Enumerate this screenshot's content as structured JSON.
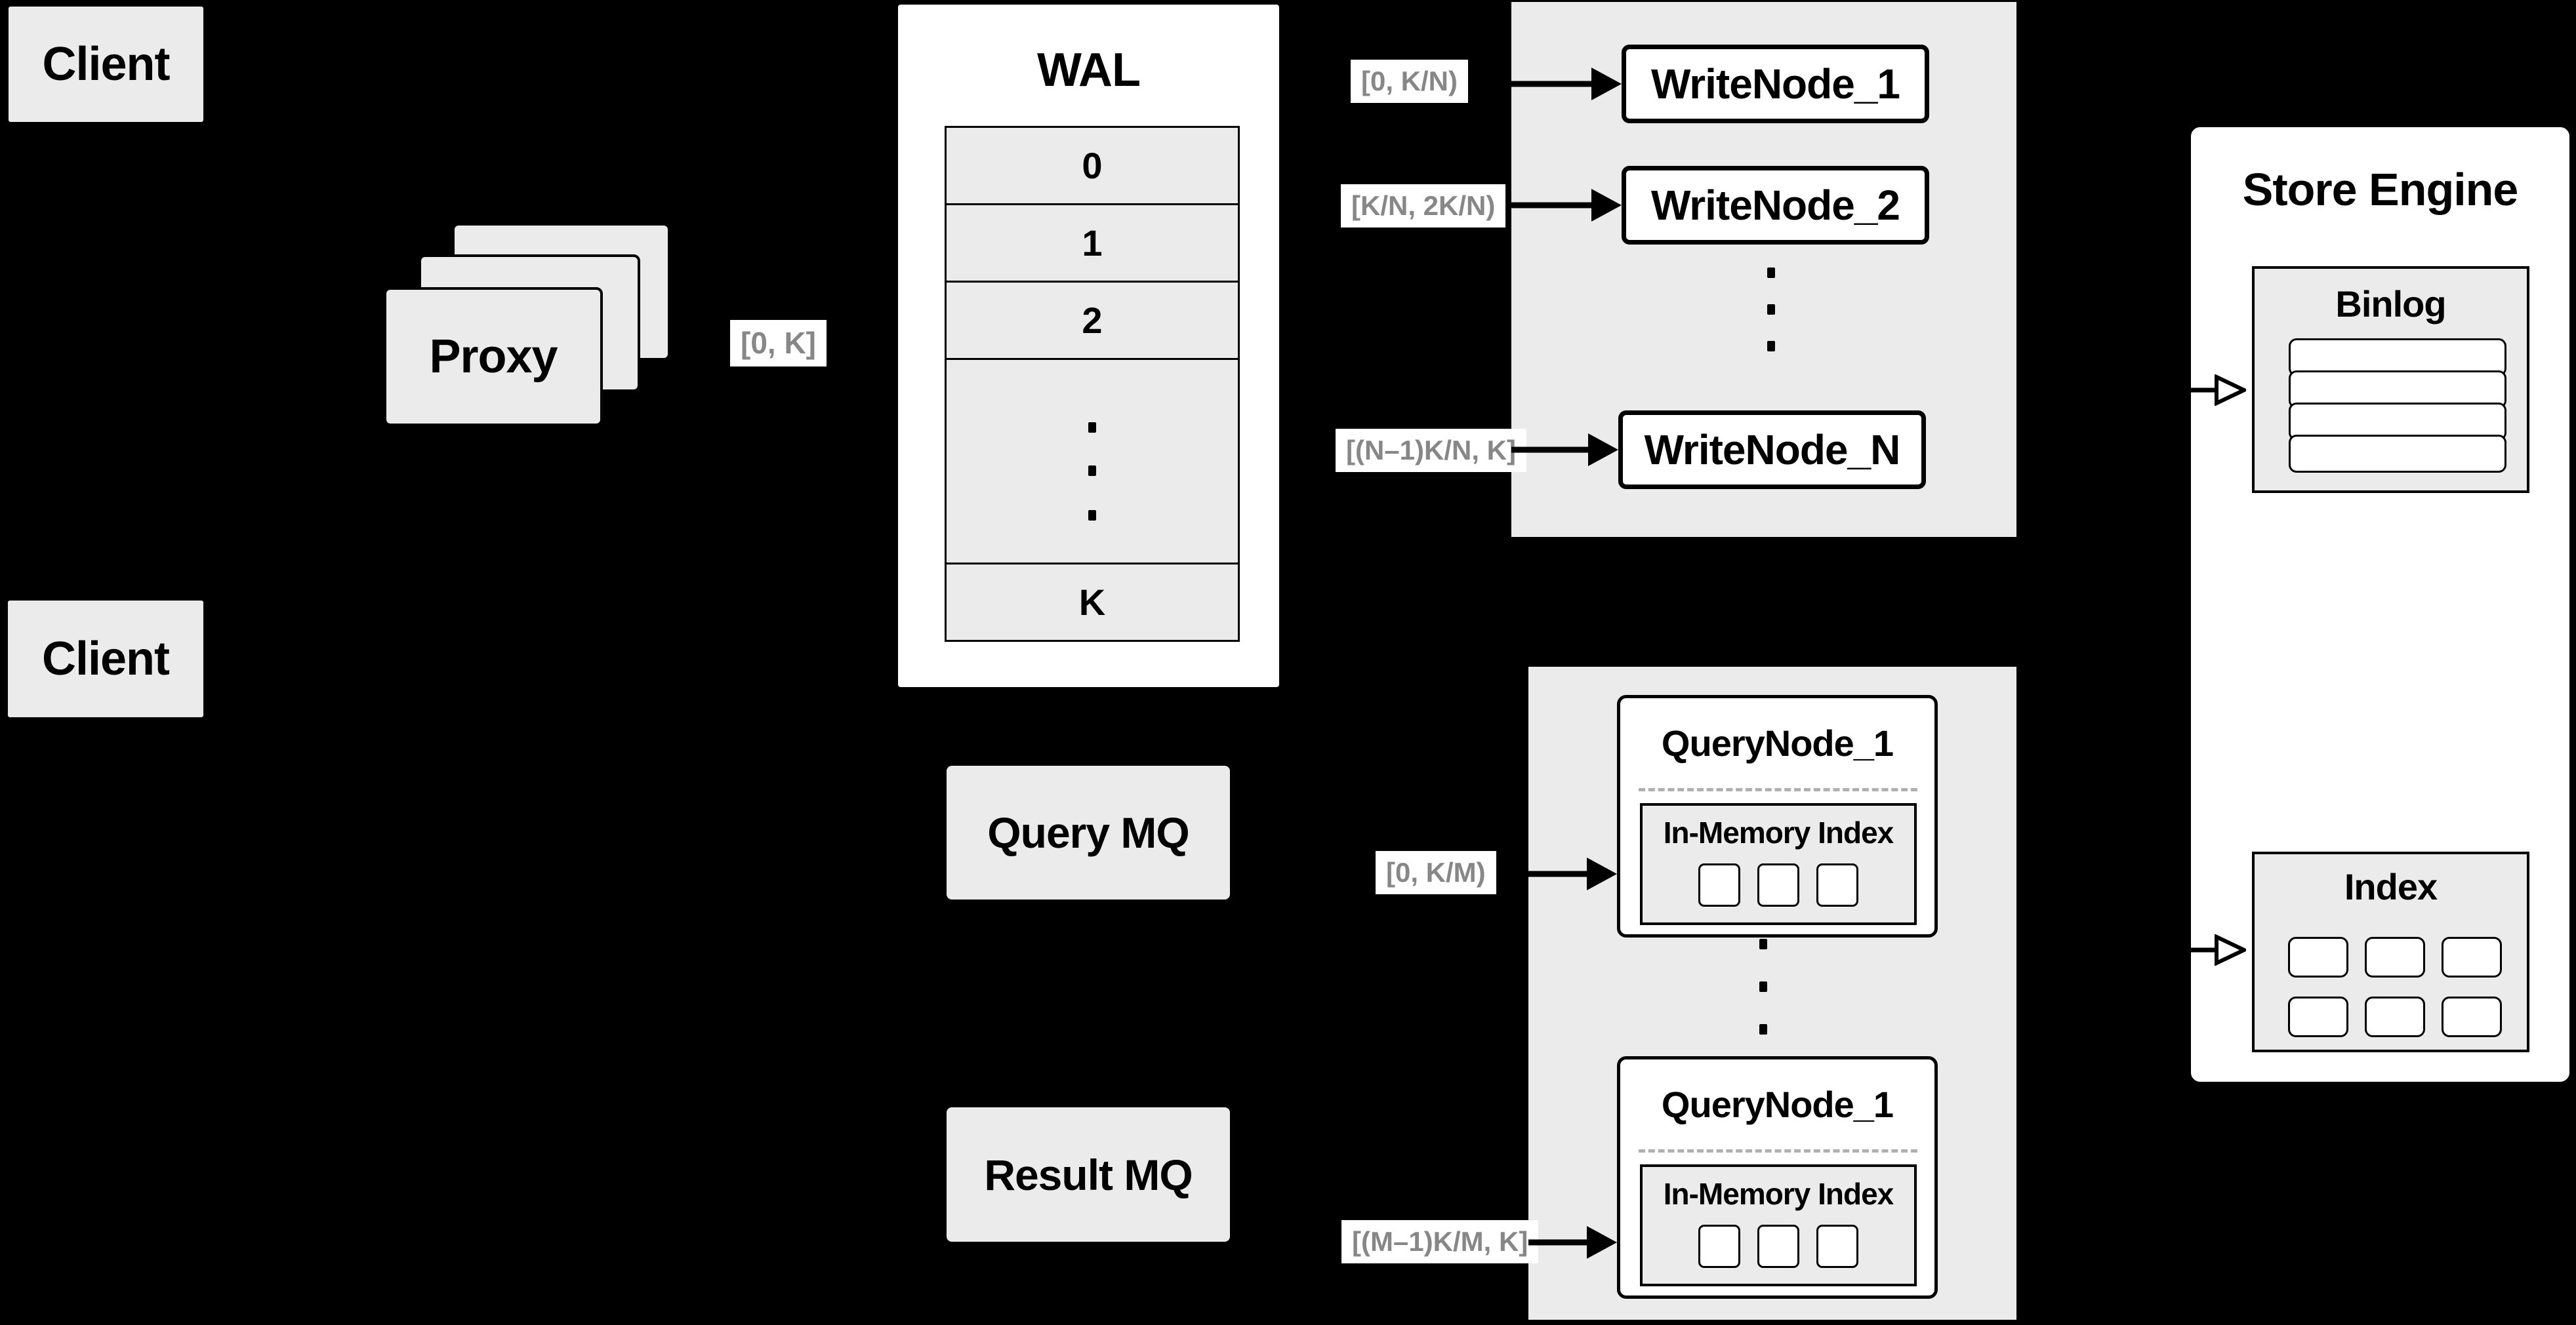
{
  "colors": {
    "background": "#000000",
    "panel_fill": "#ebebeb",
    "node_fill": "#ffffff",
    "border": "#000000",
    "range_label_text": "#878787"
  },
  "clients": {
    "top": "Client",
    "middle": "Client"
  },
  "proxy": {
    "label": "Proxy"
  },
  "wal": {
    "title": "WAL",
    "rows": [
      "0",
      "1",
      "2"
    ],
    "last_row": "K"
  },
  "range_labels": {
    "proxy_out": "[0, K]",
    "write_1": "[0,  K/N)",
    "write_2": "[K/N, 2K/N)",
    "write_n": "[(N–1)K/N,  K]",
    "query_1": "[0, K/M)",
    "query_m": "[(M–1)K/M, K]"
  },
  "write_nodes": {
    "node_1": "WriteNode_1",
    "node_2": "WriteNode_2",
    "node_n": "WriteNode_N"
  },
  "mq": {
    "query": "Query MQ",
    "result": "Result MQ"
  },
  "query_nodes": {
    "top": {
      "title": "QueryNode_1",
      "index_title": "In-Memory Index"
    },
    "bottom": {
      "title": "QueryNode_1",
      "index_title": "In-Memory Index"
    }
  },
  "store_engine": {
    "title": "Store Engine",
    "binlog_title": "Binlog",
    "index_title": "Index"
  }
}
